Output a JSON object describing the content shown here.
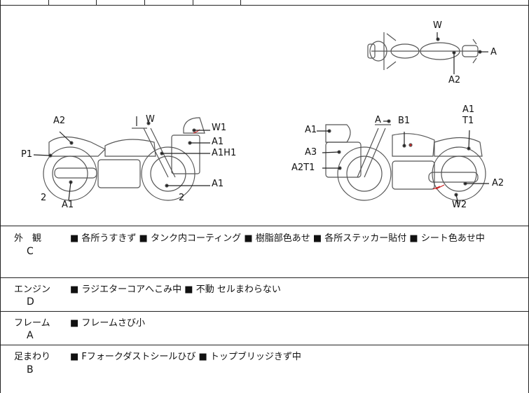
{
  "diagram": {
    "top_view": {
      "W": "W",
      "A": "A",
      "A2": "A2"
    },
    "left_view": {
      "W": "W",
      "A2": "A2",
      "P1": "P1",
      "W1": "W1",
      "A1_top": "A1",
      "A1H1": "A1H1",
      "A1_bottom": "A1",
      "A1_front": "A1",
      "num_front": "2",
      "num_rear": "2"
    },
    "right_view": {
      "A_mirror": "A",
      "B1": "B1",
      "A1T1_top": "A1",
      "T1": "T1",
      "A1_side": "A1",
      "A3": "A3",
      "A2T1": "A2T1",
      "A2": "A2",
      "W2": "W2"
    }
  },
  "sections": [
    {
      "category": "外　観",
      "grade": "C",
      "items": "■ 各所うすきず ■ タンク内コーティング ■ 樹脂部色あせ ■ 各所ステッカー貼付 ■ シート色あせ中"
    },
    {
      "category": "エンジン",
      "grade": "D",
      "items": "■ ラジエターコアへこみ中 ■ 不動 セルまわらない"
    },
    {
      "category": "フレーム",
      "grade": "A",
      "items": "■ フレームさび小"
    },
    {
      "category": "足まわり",
      "grade": "B",
      "items": "■ Fフォークダストシールひび ■ トップブリッジきず中"
    }
  ]
}
